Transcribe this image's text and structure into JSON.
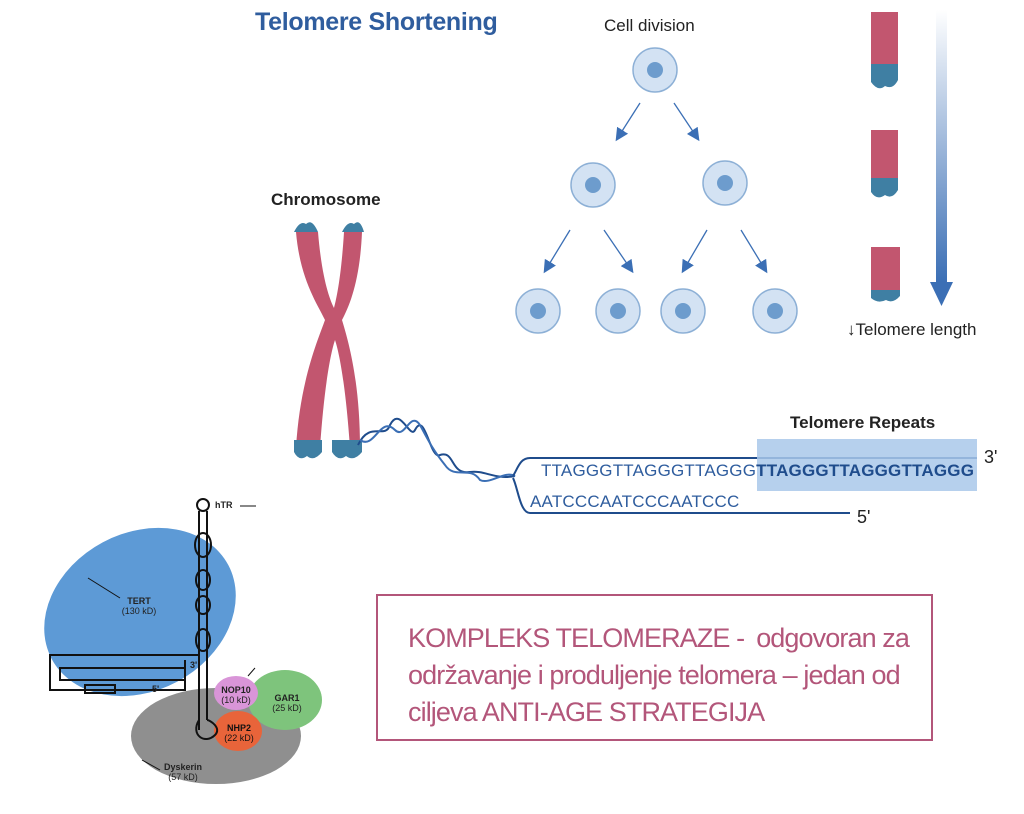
{
  "title": "Telomere Shortening",
  "cell_division_label": "Cell division",
  "telomere_length_label": "↓Telomere length",
  "chromosome_label": "Chromosome",
  "telomere_repeats_label": "Telomere Repeats",
  "sequence": {
    "top_plain": "TTAGGGTTAGGGTTAGGG",
    "top_highlight": "TTAGGGTTAGGGTTAGGG",
    "bottom": "AATCCCAATCCCAATCCC",
    "end_3": "3'",
    "end_5": "5'"
  },
  "complex": {
    "hTR": "hTR",
    "tert_name": "TERT",
    "tert_size": "(130 kD)",
    "nop10_name": "NOP10",
    "nop10_size": "(10 kD)",
    "gar1_name": "GAR1",
    "gar1_size": "(25 kD)",
    "nhp2_name": "NHP2",
    "nhp2_size": "(22 kD)",
    "dyskerin_name": "Dyskerin",
    "dyskerin_size": "(57 kD)",
    "end_3": "3'",
    "end_5": "5'"
  },
  "info_box": {
    "lead": "KOMPLEKS TELOMERAZE -",
    "body": "odgovoran za održavanje i produljenje telomera – jedan od ciljeva ANTI-AGE STRATEGIJA"
  },
  "colors": {
    "title": "#2f5d9e",
    "cell_fill": "#d3e2f3",
    "cell_nucleus": "#6d9ccd",
    "arrow": "#3b6fb5",
    "chromosome": "#c2566f",
    "telomere_cap": "#3f7fa3",
    "tert": "#5d9ad6",
    "dyskerin": "#8f8f8f",
    "nop10": "#d995d8",
    "gar1": "#7ec47c",
    "nhp2": "#e8643a",
    "info_text": "#b3567a"
  }
}
